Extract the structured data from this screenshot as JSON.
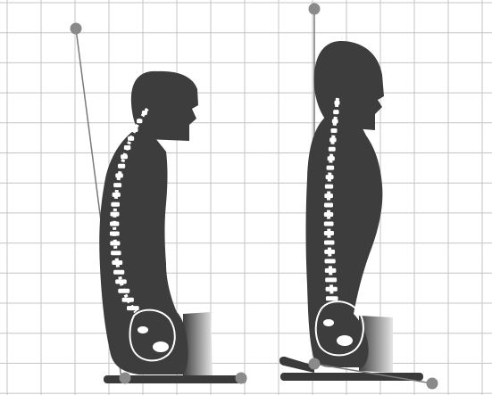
{
  "diagram": {
    "kind": "posture-comparison",
    "panels": [
      {
        "id": "slouched",
        "posture": "slouched",
        "seat": "flat",
        "spine_curve": "rounded"
      },
      {
        "id": "upright",
        "posture": "upright",
        "seat": "tilted wedge",
        "spine_curve": "straight"
      }
    ]
  },
  "colors": {
    "background": "#ffffff",
    "grid": "#c4c4c4",
    "silhouette": "#3d3d3d",
    "bone": "#ffffff",
    "marker": "#8a8a8a",
    "marker_line": "#7a7a7a",
    "seat": "#3a3a3a"
  }
}
